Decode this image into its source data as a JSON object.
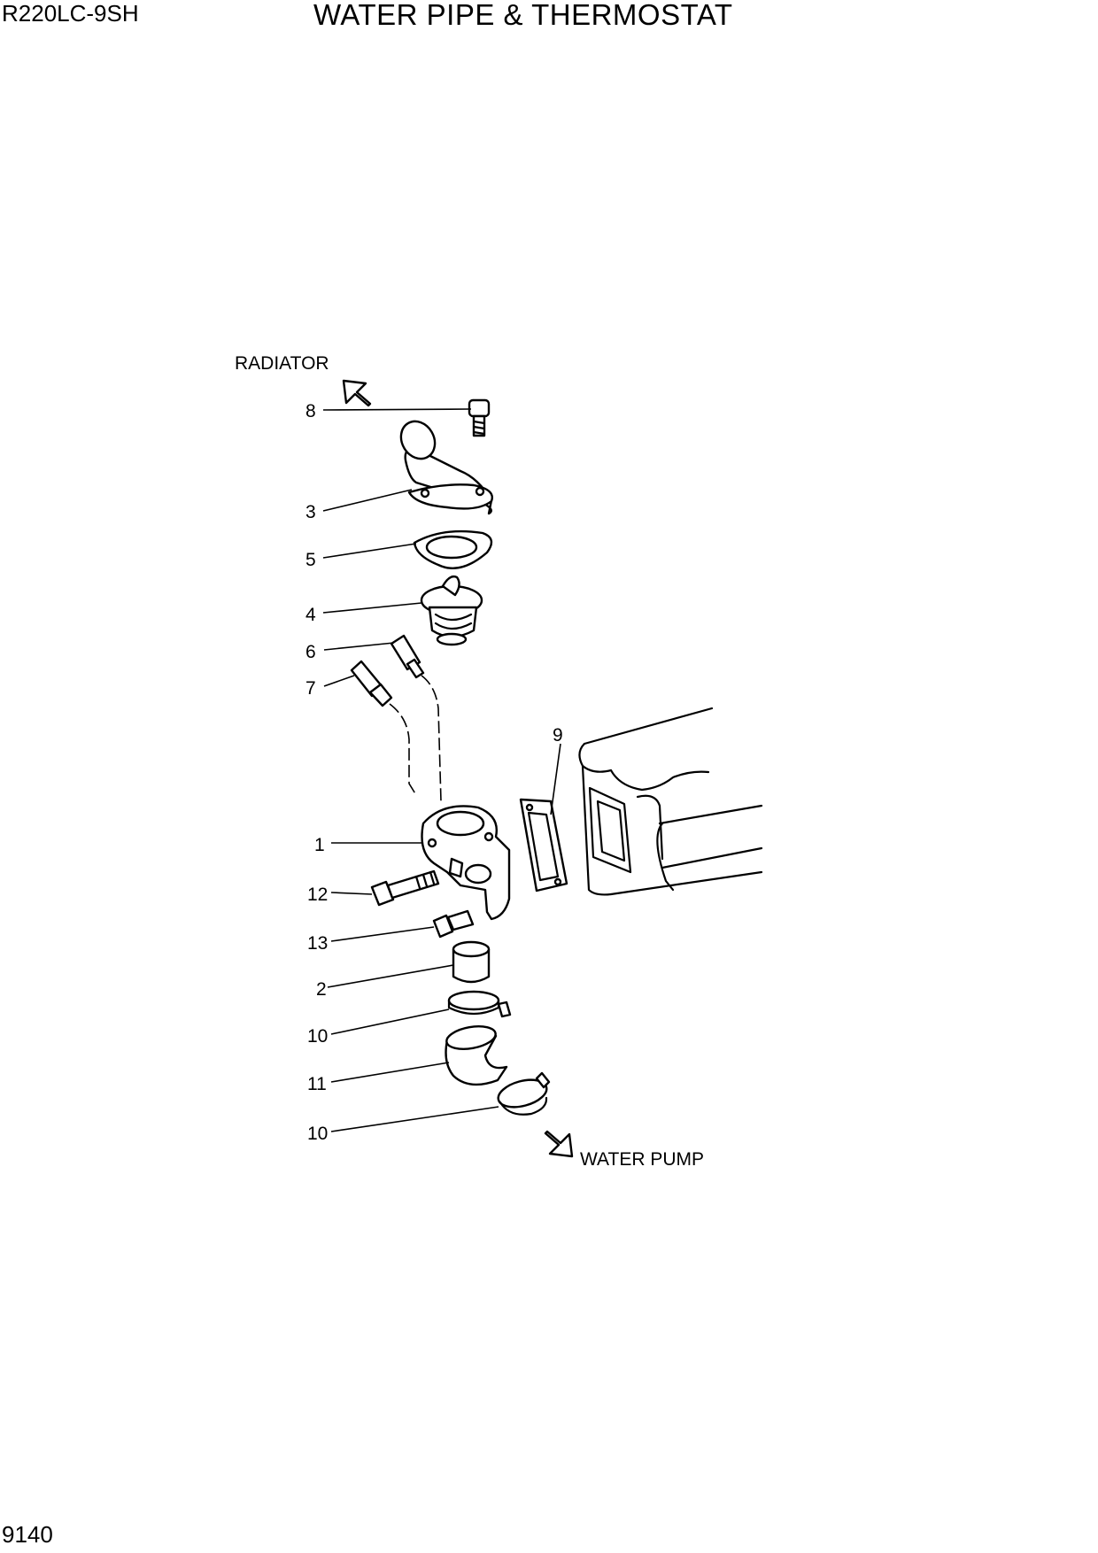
{
  "header": {
    "model": "R220LC-9SH",
    "title": "WATER PIPE & THERMOSTAT"
  },
  "footer": {
    "page_number": "9140"
  },
  "flow": {
    "top_label": "RADIATOR",
    "bottom_label": "WATER PUMP"
  },
  "callouts": {
    "c8": "8",
    "c3": "3",
    "c5": "5",
    "c4": "4",
    "c6": "6",
    "c7": "7",
    "c9": "9",
    "c1": "1",
    "c12": "12",
    "c13": "13",
    "c2": "2",
    "c10a": "10",
    "c11": "11",
    "c10b": "10"
  }
}
